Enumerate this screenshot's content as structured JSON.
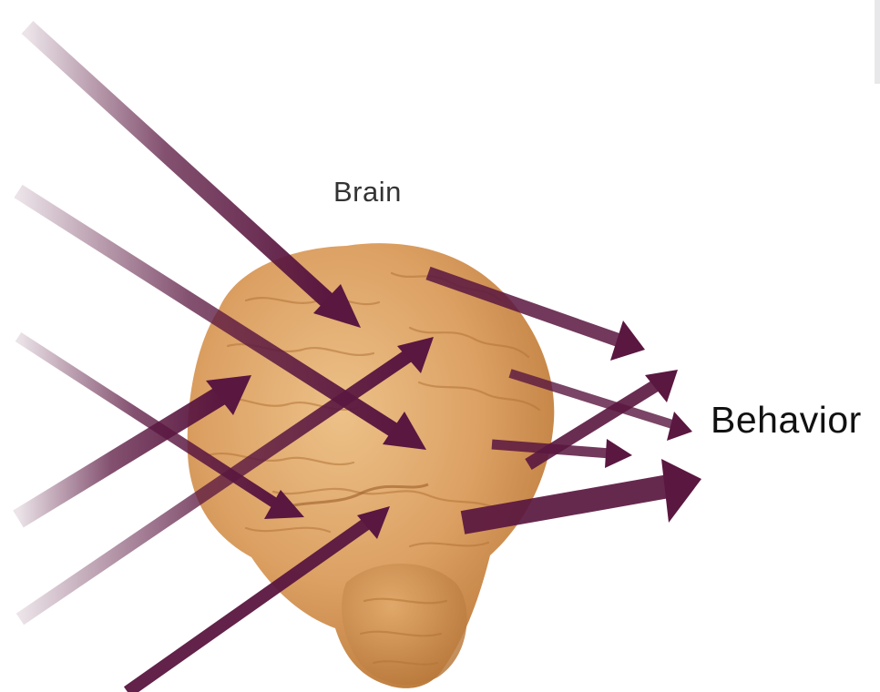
{
  "labels": {
    "brain": "Brain",
    "behavior": "Behavior"
  },
  "colors": {
    "arrow": "#5a1740",
    "arrow_faded": "#c9a3b8",
    "brain_light": "#e6b57c",
    "brain_mid": "#d09050",
    "brain_dark": "#b06e34",
    "background": "#ffffff"
  },
  "counts": {
    "input_arrows": 6,
    "output_arrows": 5
  }
}
